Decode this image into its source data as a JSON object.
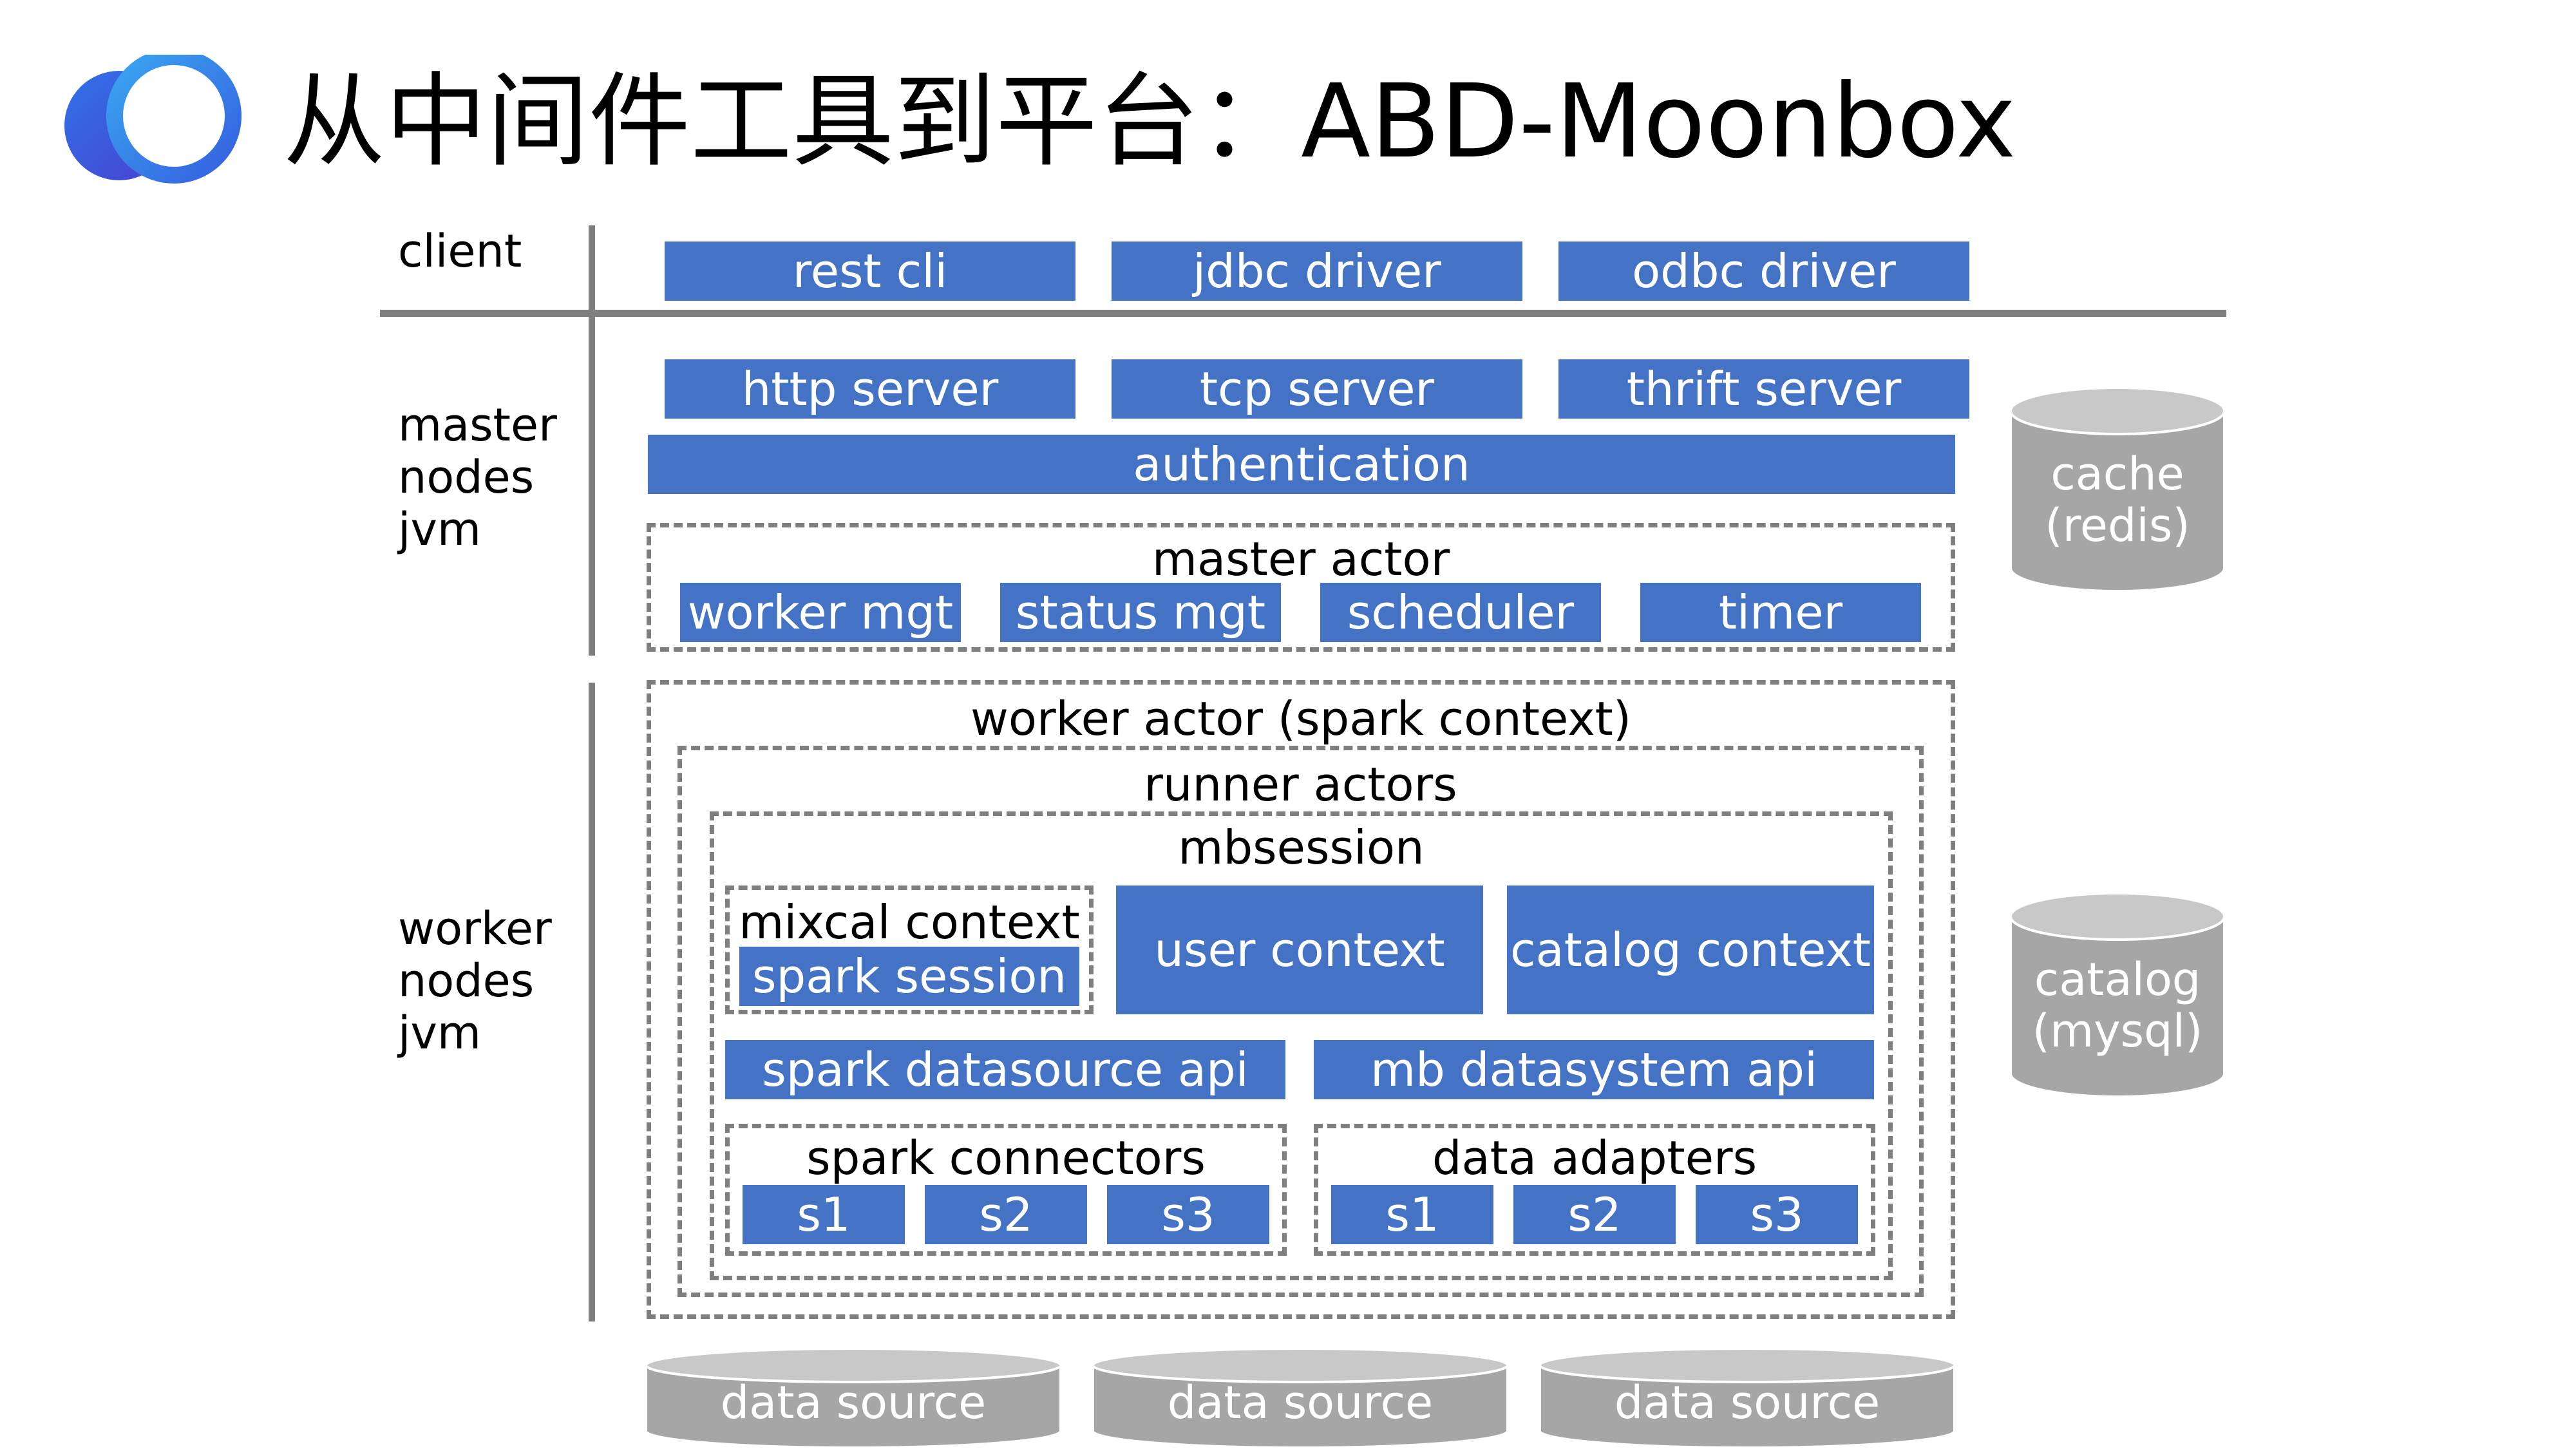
{
  "title": "从中间件工具到平台：ABD-Moonbox",
  "colors": {
    "box_blue": "#4472c4",
    "cylinder_gray": "#a6a6a6",
    "line_gray": "#7f7f7f"
  },
  "layers": {
    "client": "client",
    "master": "master\nnodes\njvm",
    "worker": "worker\nnodes\njvm"
  },
  "client_boxes": [
    "rest cli",
    "jdbc driver",
    "odbc driver"
  ],
  "server_boxes": [
    "http server",
    "tcp server",
    "thrift server"
  ],
  "authentication": "authentication",
  "master_actor": {
    "label": "master actor",
    "items": [
      "worker mgt",
      "status mgt",
      "scheduler",
      "timer"
    ]
  },
  "worker_actor": "worker actor (spark context)",
  "runner_actors": "runner actors",
  "mbsession": "mbsession",
  "mixcal": {
    "label": "mixcal context",
    "inner": "spark session"
  },
  "user_context": "user context",
  "catalog_context": "catalog context",
  "apis": [
    "spark datasource api",
    "mb datasystem api"
  ],
  "spark_connectors": {
    "label": "spark connectors",
    "items": [
      "s1",
      "s2",
      "s3"
    ]
  },
  "data_adapters": {
    "label": "data adapters",
    "items": [
      "s1",
      "s2",
      "s3"
    ]
  },
  "cache": [
    "cache",
    "(redis)"
  ],
  "catalog_store": [
    "catalog",
    "(mysql)"
  ],
  "data_sources": [
    "data source",
    "data source",
    "data source"
  ]
}
